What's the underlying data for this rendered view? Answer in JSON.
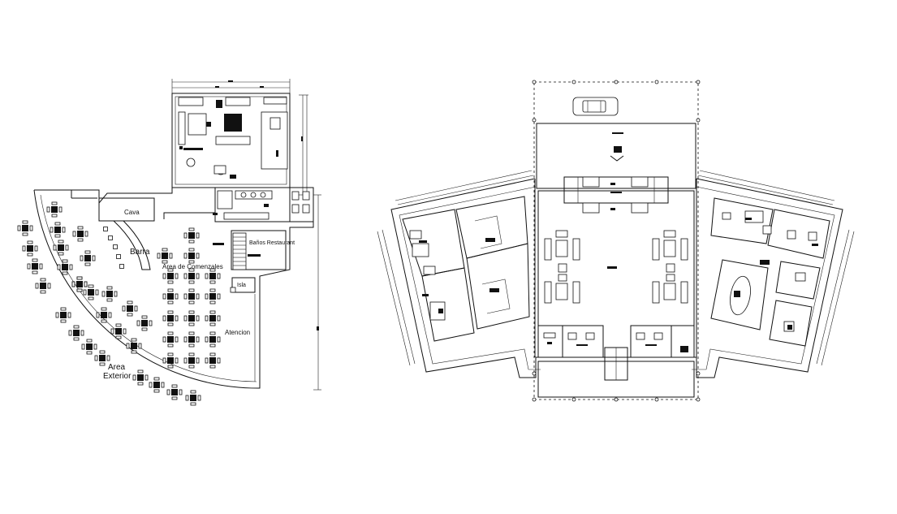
{
  "restaurant_plan": {
    "labels": {
      "cava": "Cava",
      "barra": "Barra",
      "banos": "Baños Restaurant",
      "comensales": "Area de Comenzales",
      "isla": "Isla",
      "atencion": "Atencion",
      "exterior_1": "Area",
      "exterior_2": "Exterior"
    }
  },
  "office_plan": {
    "icons": [
      "car-icon",
      "entry-arrow-icon"
    ]
  }
}
